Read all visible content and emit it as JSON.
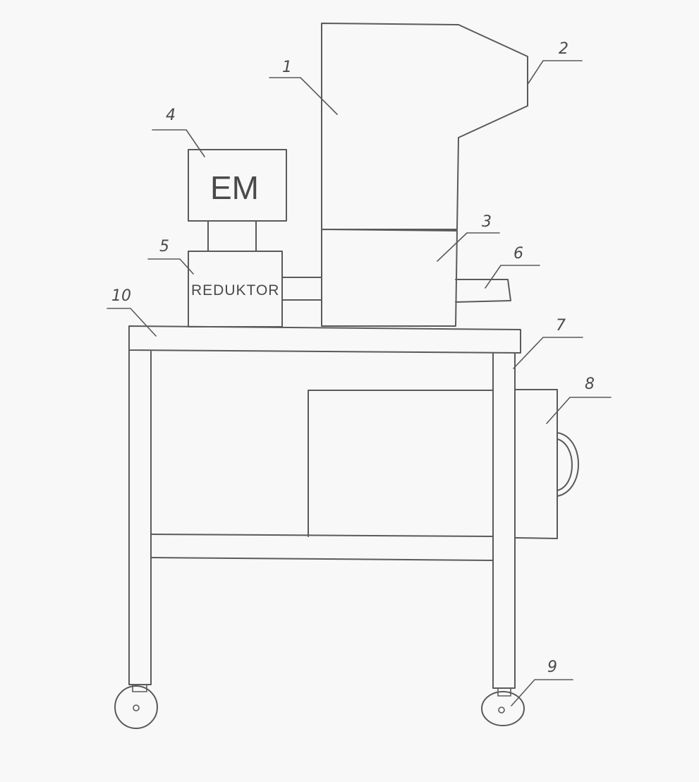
{
  "labels": {
    "motor": "EM",
    "gearbox": "REDUKTOR"
  },
  "callouts": [
    "1",
    "2",
    "3",
    "4",
    "5",
    "6",
    "7",
    "8",
    "9",
    "10"
  ]
}
